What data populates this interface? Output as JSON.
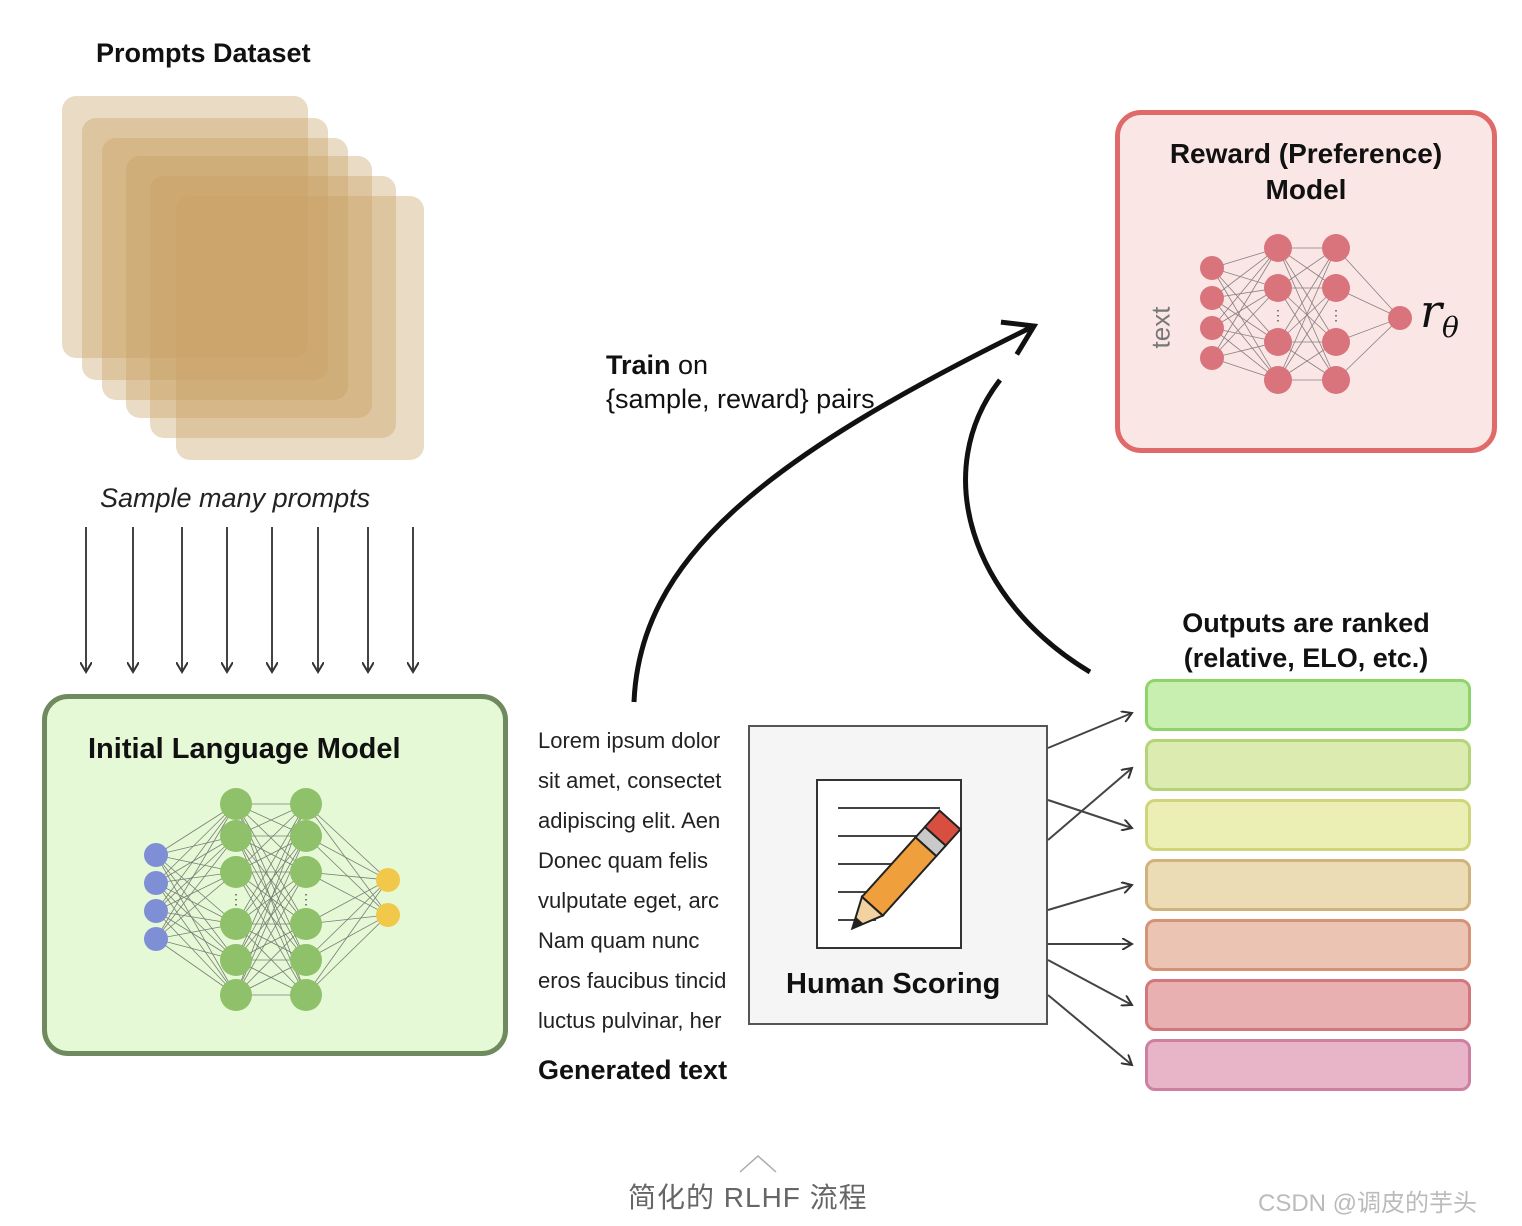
{
  "prompts": {
    "title": "Prompts Dataset",
    "sample_label": "Sample many prompts"
  },
  "language_model": {
    "title": "Initial Language Model"
  },
  "generated": {
    "lines": [
      "Lorem ipsum dolor",
      "sit amet, consectet",
      "adipiscing elit. Aen",
      "Donec quam felis",
      "vulputate eget, arc",
      "Nam quam nunc",
      "eros faucibus tincid",
      "luctus pulvinar, her"
    ],
    "title": "Generated text"
  },
  "human_scoring": {
    "title": "Human Scoring"
  },
  "train": {
    "line1_bold": "Train",
    "line1_rest": " on",
    "line2": "{sample, reward} pairs"
  },
  "reward_model": {
    "title_line1": "Reward (Preference)",
    "title_line2": "Model",
    "input_label": "text",
    "output_symbol": "r",
    "output_subscript": "θ"
  },
  "outputs": {
    "title_line1": "Outputs are ranked",
    "title_line2": "(relative, ELO, etc.)",
    "bar_colors": [
      {
        "fill": "#c8efb0",
        "border": "#8fd46a"
      },
      {
        "fill": "#dcebb0",
        "border": "#b5d47a"
      },
      {
        "fill": "#ecefb4",
        "border": "#cfd67a"
      },
      {
        "fill": "#ecdcb6",
        "border": "#d2b27c"
      },
      {
        "fill": "#ecc4b4",
        "border": "#d69277"
      },
      {
        "fill": "#e8b0b0",
        "border": "#d2787c"
      },
      {
        "fill": "#e8b4c8",
        "border": "#cf7fa0"
      }
    ]
  },
  "caption": "简化的 RLHF 流程",
  "watermark": "CSDN @调皮的芋头",
  "colors": {
    "lm_fill": "#e6f9d6",
    "lm_border": "#6f8a5e",
    "rm_fill": "#fbe6e6",
    "rm_border": "#e06a6a",
    "lm_node_green": "#8fc06a",
    "lm_node_blue": "#7e8fd6",
    "lm_node_yellow": "#f2c84b",
    "rm_node": "#d9747c",
    "dataset_sheet": "#c8a064"
  }
}
